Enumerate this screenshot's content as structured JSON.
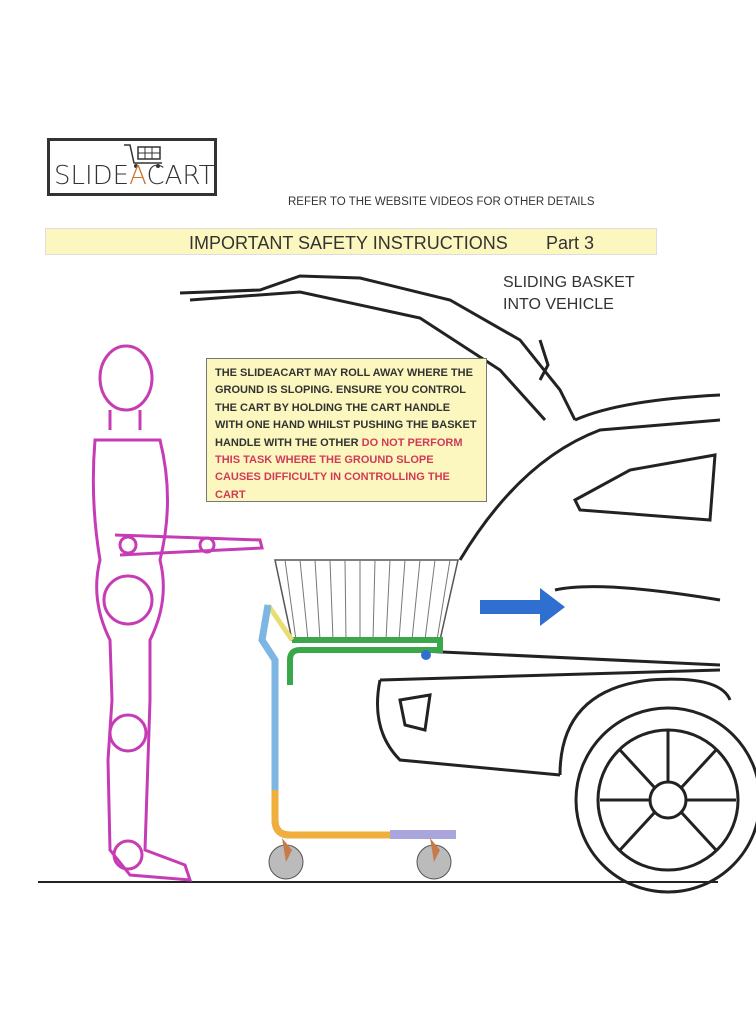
{
  "logo": {
    "text_before": "SLIDE",
    "text_accent": "A",
    "text_after": "CART"
  },
  "header": {
    "refer_note": "REFER TO THE WEBSITE VIDEOS FOR OTHER DETAILS"
  },
  "banner": {
    "title": "IMPORTANT SAFETY INSTRUCTIONS",
    "part": "Part 3"
  },
  "subtitle": {
    "line1": "SLIDING BASKET",
    "line2": "INTO VEHICLE"
  },
  "notice": {
    "body": "THE SLIDEACART MAY ROLL AWAY  WHERE THE GROUND IS SLOPING. ENSURE YOU CONTROL THE CART BY HOLDING THE CART HANDLE WITH ONE HAND WHILST PUSHING THE BASKET HANDLE WITH THE OTHER",
    "warning": "DO NOT PERFORM THIS TASK WHERE THE GROUND SLOPE CAUSES DIFFICULTY IN CONTROLLING THE CART"
  },
  "colors": {
    "banner": "#fbf7bf",
    "warning": "#d23b57",
    "figure": "#c63cb4",
    "arrow": "#2f6fcf",
    "logo_accent": "#c8742a"
  }
}
